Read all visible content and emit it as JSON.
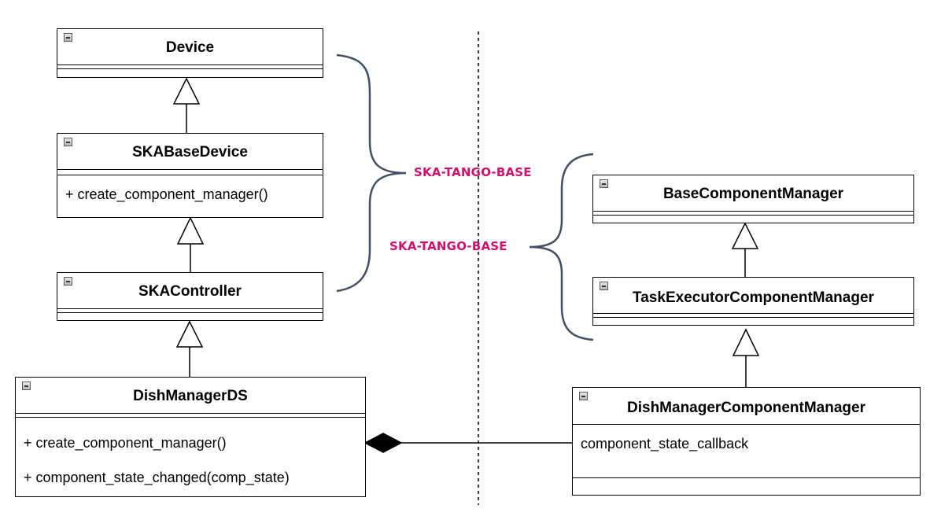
{
  "packages": {
    "upper_label": "SKA-TANGO-BASE",
    "lower_label": "SKA-TANGO-BASE"
  },
  "classes": {
    "device": {
      "name": "Device"
    },
    "ska_base_device": {
      "name": "SKABaseDevice",
      "methods": [
        "+ create_component_manager()"
      ]
    },
    "ska_controller": {
      "name": "SKAController"
    },
    "dish_manager_ds": {
      "name": "DishManagerDS",
      "methods": [
        "+ create_component_manager()",
        "+ component_state_changed(comp_state)"
      ]
    },
    "base_component_manager": {
      "name": "BaseComponentManager"
    },
    "task_executor_component_manager": {
      "name": "TaskExecutorComponentManager"
    },
    "dish_manager_component_manager": {
      "name": "DishManagerComponentManager",
      "attributes": [
        "component_state_callback"
      ]
    }
  }
}
